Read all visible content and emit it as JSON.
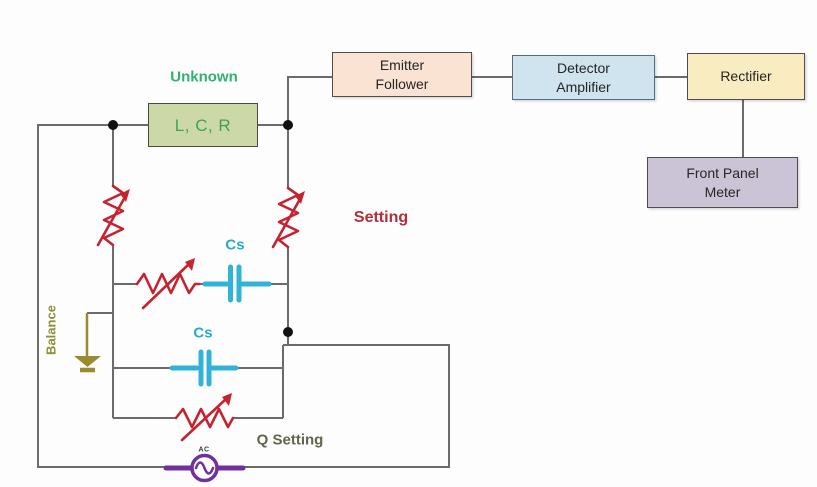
{
  "blocks": {
    "lcr": {
      "label": "L, C, R"
    },
    "emitter_follower": {
      "line1": "Emitter",
      "line2": "Follower"
    },
    "detector_amplifier": {
      "line1": "Detector",
      "line2": "Amplifier"
    },
    "rectifier": {
      "line1": "Rectifier",
      "line2": ""
    },
    "front_panel_meter": {
      "line1": "Front Panel",
      "line2": "Meter"
    }
  },
  "labels": {
    "unknown": "Unknown",
    "setting": "Setting",
    "cs_top": "Cs",
    "cs_bottom": "Cs",
    "balance": "Balance",
    "q_setting": "Q Setting",
    "ac_source": "AC"
  },
  "colors": {
    "wire": "#6b6b6b",
    "component_red": "#c42430",
    "capacitor_cyan": "#2fb3d6",
    "cs_label_cyan": "#24adc7",
    "unknown_green": "#2eb273",
    "lcr_text_green": "#43a34d",
    "setting_red": "#b02f38",
    "balance_olive": "#8e8e35",
    "q_setting_olive": "#62654a",
    "ground_olive": "#9a8b2f",
    "ac_purple": "#7030a0",
    "lcr_box_fill": "#ccd8a7",
    "emitter_box_fill": "#fae3d3",
    "detector_box_fill": "#cfe4ee",
    "rectifier_box_fill": "#f8ecc0",
    "meter_box_fill": "#cbc4d6"
  }
}
